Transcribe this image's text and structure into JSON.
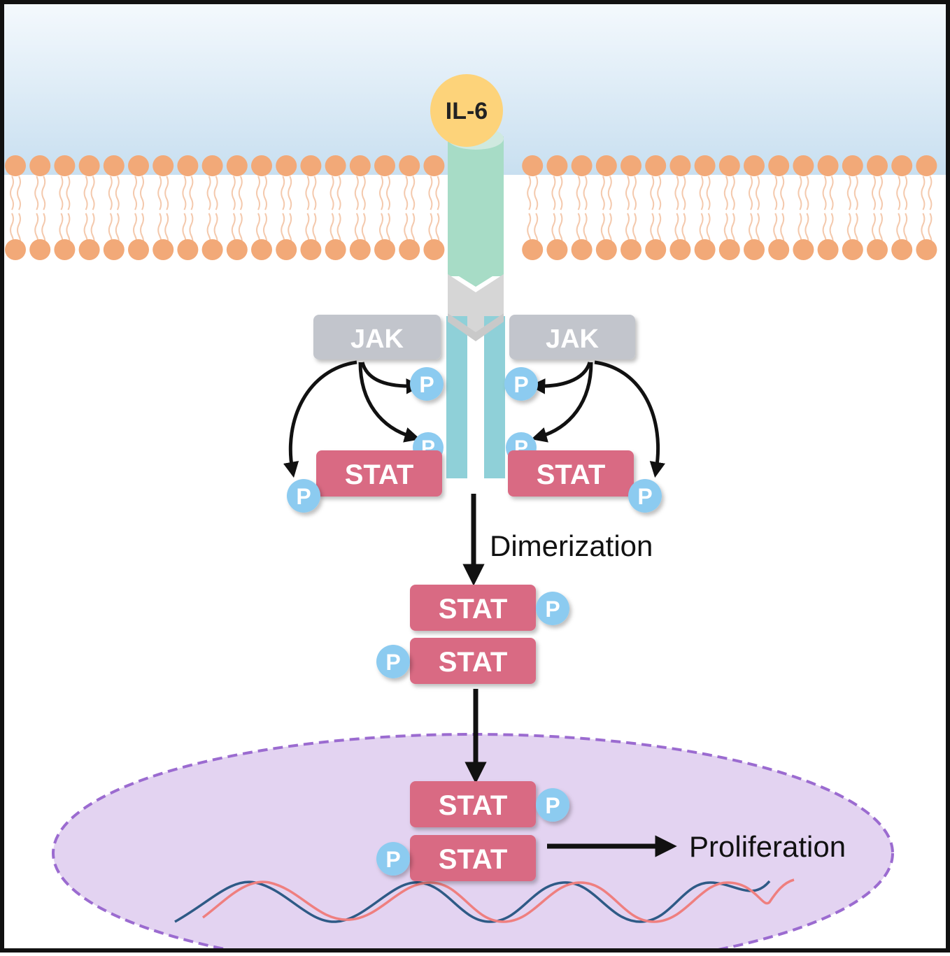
{
  "labels": {
    "ligand": "IL-6",
    "jak_left": "JAK",
    "jak_right": "JAK",
    "stat_left": "STAT",
    "stat_right": "STAT",
    "dimer_top": "STAT",
    "dimer_bottom": "STAT",
    "nuclear_top": "STAT",
    "nuclear_bottom": "STAT",
    "phospho": "P",
    "dimerization": "Dimerization",
    "proliferation": "Proliferation"
  },
  "colors": {
    "extracellular": "#cfe3f1",
    "lipid_head": "#f2a978",
    "lipid_tail": "#f4c9ad",
    "ligand": "#fdd37a",
    "receptor_outer": "#a7dcc6",
    "receptor_inner": "#8fd0d8",
    "connector": "#d6d6d6",
    "jak": "#c2c5cc",
    "stat": "#d96a83",
    "phospho": "#8ccbf0",
    "nucleus_fill": "#e3d3f1",
    "nucleus_border": "#9b6bd0",
    "dna_a": "#2e5a86",
    "dna_b": "#ef7f7f",
    "arrow": "#111111"
  }
}
